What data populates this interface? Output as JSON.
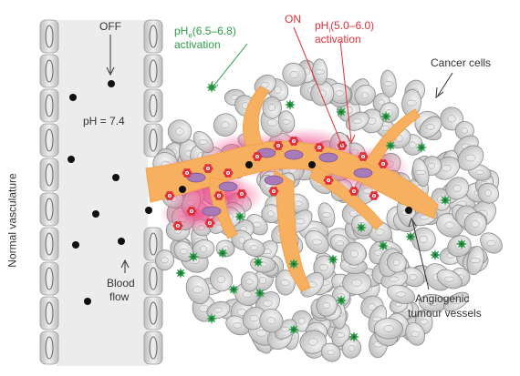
{
  "labels": {
    "off": "OFF",
    "on": "ON",
    "ph_e_main": "pH",
    "ph_e_sub": "e",
    "ph_e_range": "(6.5–6.8)",
    "ph_e_activation": "activation",
    "ph_i_main": "pH",
    "ph_i_sub": "i",
    "ph_i_range": "(5.0–6.0)",
    "ph_i_activation": "activation",
    "cancer_cells": "Cancer cells",
    "ph_normal": "pH = 7.4",
    "normal_vasculature": "Normal vasculature",
    "blood": "Blood",
    "flow": "flow",
    "angiogenic": "Angiogenic",
    "tumour_vessels": "tumour vessels"
  },
  "colors": {
    "label_dark": "#333333",
    "label_green": "#2e9e4a",
    "label_red": "#e0303a",
    "vessel_orange": "#f7b060",
    "activation_magenta": "#e8307a",
    "cell_grey": "#cfcfcf",
    "nanoparticle_green": "#2e9e4a",
    "vessel_wall": "#d9d9d9"
  },
  "icons": {
    "nanoparticle_off": "black-dot-icon",
    "nanoparticle_extracellular": "green-star-icon",
    "nanoparticle_intracellular": "red-flower-icon"
  }
}
